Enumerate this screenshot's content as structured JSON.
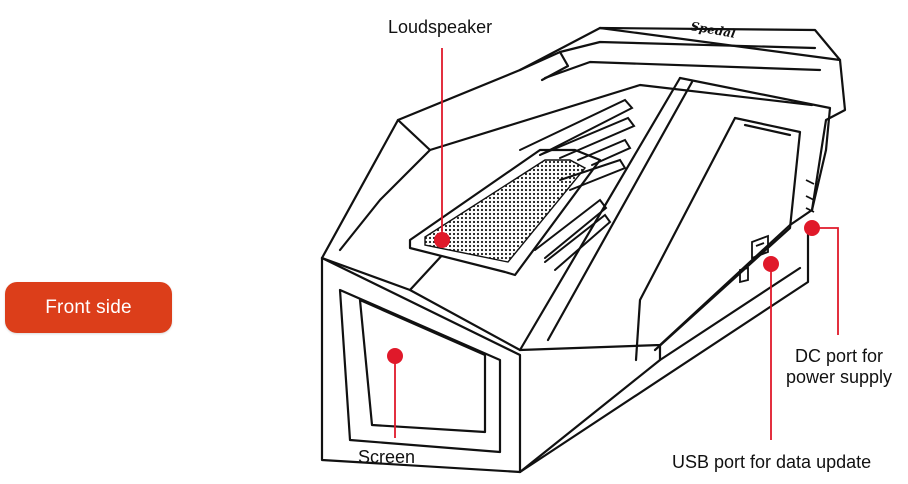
{
  "badge": {
    "label": "Front side"
  },
  "labels": {
    "loudspeaker": "Loudspeaker",
    "screen": "Screen",
    "usb_port": "USB port for data update",
    "dc_port_line1": "DC port for",
    "dc_port_line2": "power supply"
  },
  "device": {
    "brand": "Spedal"
  },
  "colors": {
    "accent": "#dc3e1a",
    "callout": "#e0192a",
    "outline": "#111111"
  }
}
